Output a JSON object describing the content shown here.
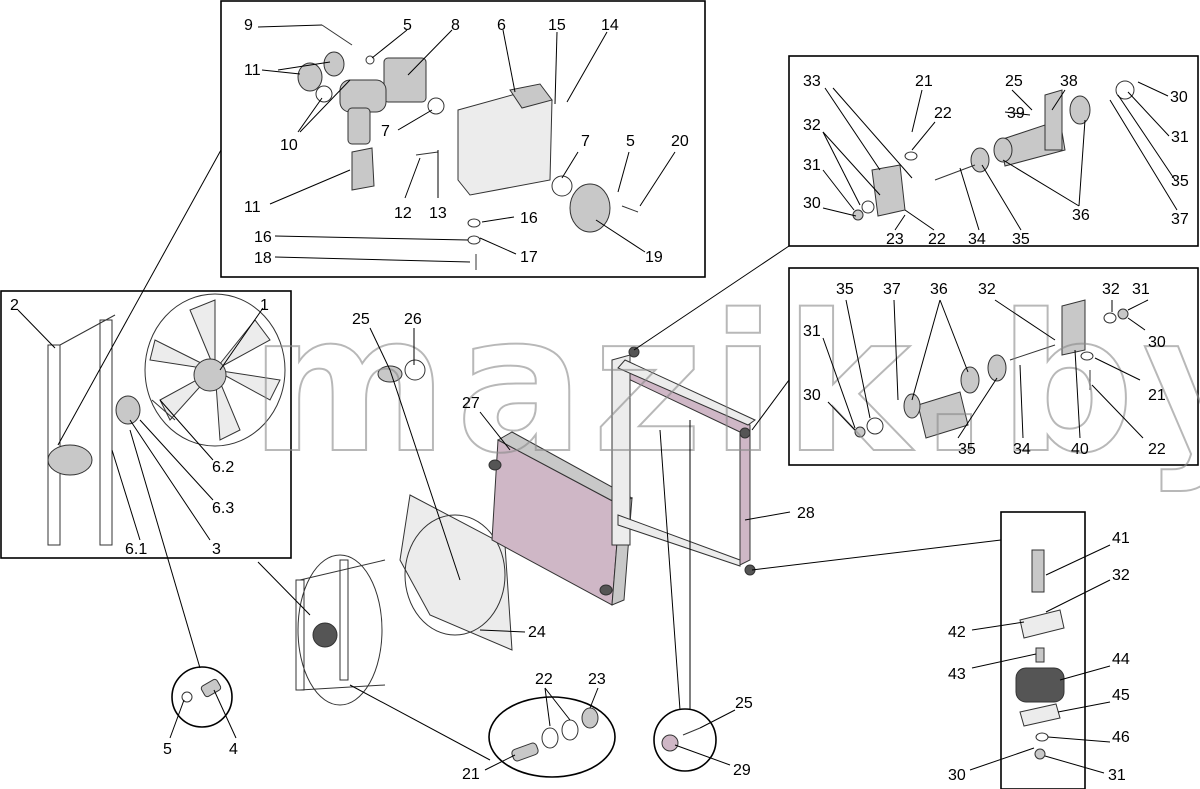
{
  "watermark": "mazik.by",
  "callouts": {
    "pump": [
      "9",
      "5",
      "8",
      "6",
      "15",
      "14",
      "11",
      "10",
      "7",
      "7",
      "5",
      "20",
      "11",
      "12",
      "13",
      "16",
      "16",
      "17",
      "18",
      "19"
    ],
    "mount_upper": [
      "33",
      "21",
      "25",
      "38",
      "30",
      "32",
      "22",
      "39",
      "31",
      "31",
      "35",
      "30",
      "23",
      "22",
      "34",
      "35",
      "36",
      "37"
    ],
    "mount_lower": [
      "35",
      "37",
      "36",
      "32",
      "32",
      "31",
      "31",
      "30",
      "30",
      "21",
      "35",
      "34",
      "40",
      "22"
    ],
    "fan": [
      "2",
      "1",
      "6.2",
      "6.3",
      "3",
      "6.1"
    ],
    "shroud": [
      "25",
      "26",
      "27",
      "24"
    ],
    "radiator": [
      "28"
    ],
    "bolt": [
      "5",
      "4"
    ],
    "washers": [
      "22",
      "23",
      "21"
    ],
    "frame_bolt": [
      "25",
      "29"
    ],
    "damper": [
      "41",
      "32",
      "42",
      "43",
      "44",
      "45",
      "46",
      "30",
      "31"
    ]
  },
  "colors": {
    "part_fill": "#cfb7c6",
    "metal": "#c8c8c8",
    "outline": "#000000"
  }
}
